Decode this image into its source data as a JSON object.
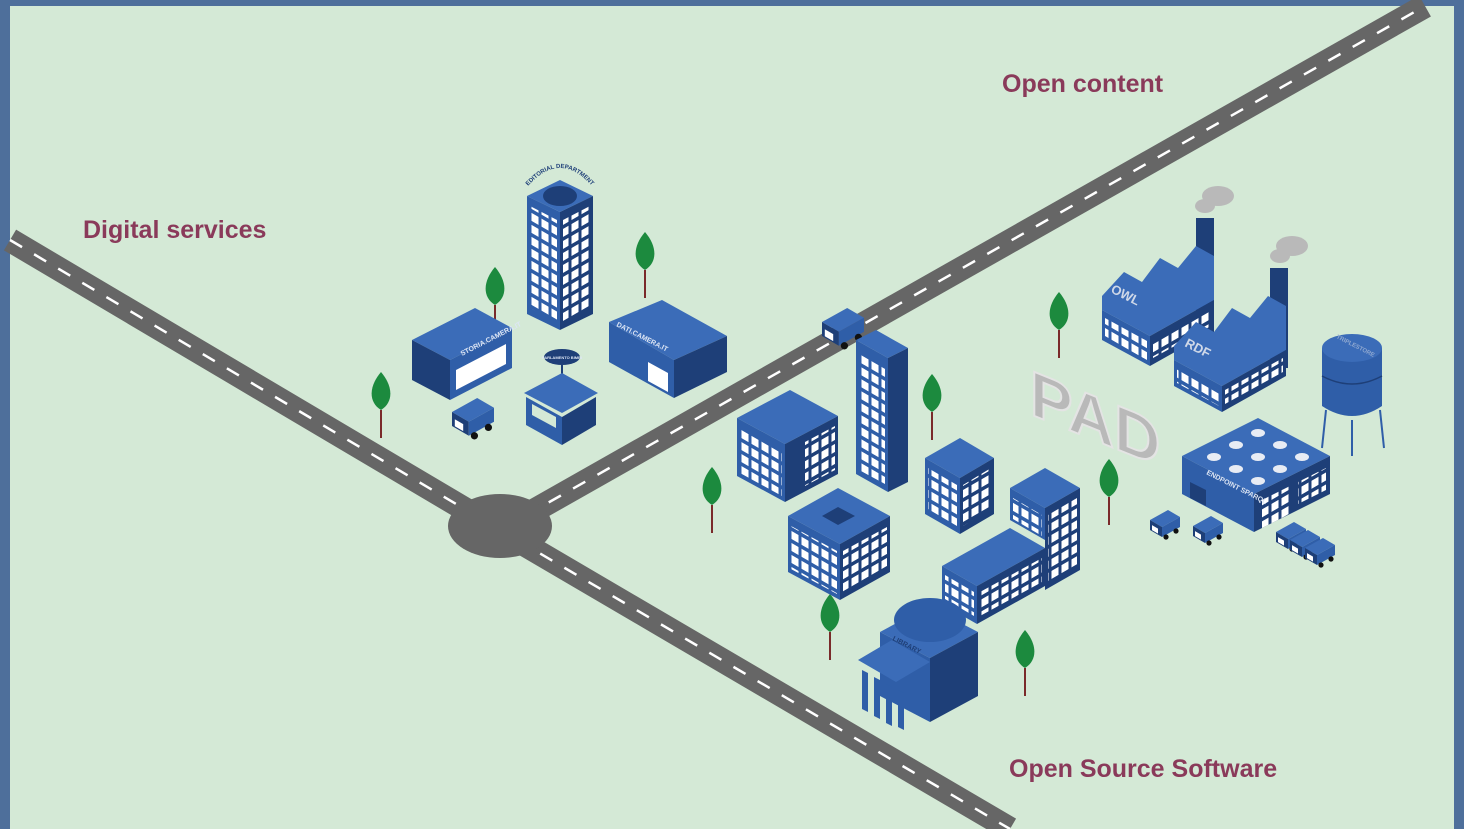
{
  "labels": {
    "digital_services": "Digital services",
    "open_content": "Open content",
    "open_source": "Open Source Software"
  },
  "signs": {
    "tower_arc": "EDITORIAL DEPARTMENT",
    "storia": "STORIA.CAMERA.IT",
    "dati": "DATI.CAMERA.IT",
    "kiosk": "PARLAMENTO BIMBI",
    "library": "LIBRARY",
    "pad": "PAD",
    "owl": "OWL",
    "rdf": "RDF",
    "triplestore": "TRIPLESTORE",
    "endpoint": "ENDPOINT SPARQL"
  },
  "colors": {
    "frame": "#4e6f9b",
    "ground": "#d4e9d6",
    "road": "#666666",
    "building": "#2f5ea8",
    "building_dark": "#1e3f78",
    "tree": "#1c8a3e",
    "label": "#8a3a5a"
  }
}
